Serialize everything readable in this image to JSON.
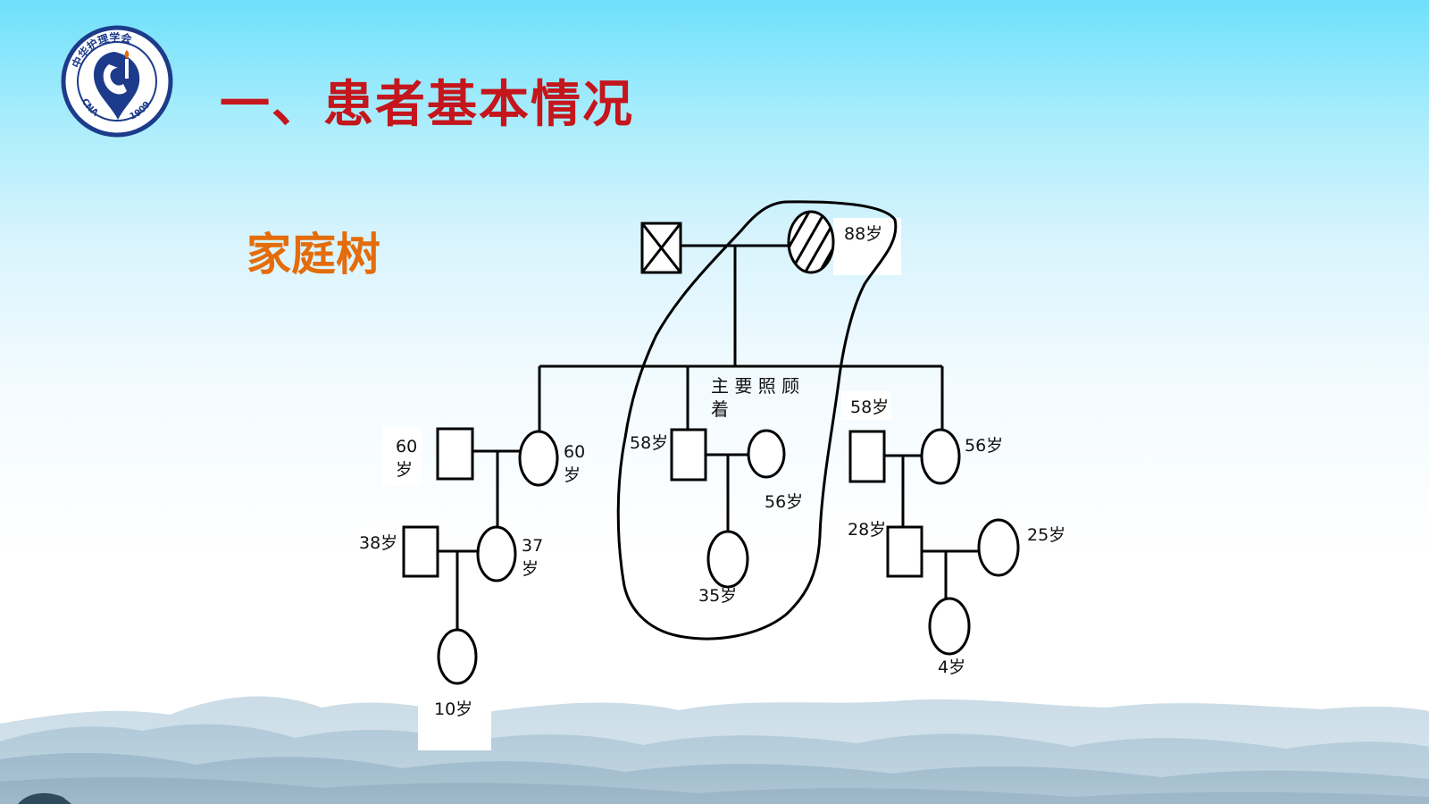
{
  "slide": {
    "title": "一、患者基本情况",
    "section": "家庭树",
    "title_color": "#c4161c",
    "section_color": "#e46c0a"
  },
  "logo": {
    "name": "中华护理学会",
    "abbr": "CNA",
    "year": "1909",
    "color": "#1d3b8b"
  },
  "family_tree": {
    "grandfather": {
      "label": ""
    },
    "grandmother": {
      "age": "88岁"
    },
    "caregiver_note": {
      "line1": "主 要 照 顾",
      "line2": "着"
    },
    "branch_left": {
      "husband": {
        "line1": "60",
        "line2": "岁"
      },
      "wife": {
        "line1": "60",
        "line2": "岁"
      },
      "son": {
        "age": "38岁"
      },
      "daughter_in_law": {
        "line1": "37",
        "line2": "岁"
      },
      "grandchild": {
        "age": "10岁"
      }
    },
    "branch_middle": {
      "son": {
        "age": "58岁"
      },
      "wife": {
        "age": "56岁"
      },
      "daughter": {
        "age": "35岁"
      }
    },
    "branch_right": {
      "husband": {
        "age": "58岁"
      },
      "wife": {
        "age": "56岁"
      },
      "son": {
        "age": "28岁"
      },
      "son_wife": {
        "age": "25岁"
      },
      "grandchild": {
        "age": "4岁"
      }
    }
  }
}
